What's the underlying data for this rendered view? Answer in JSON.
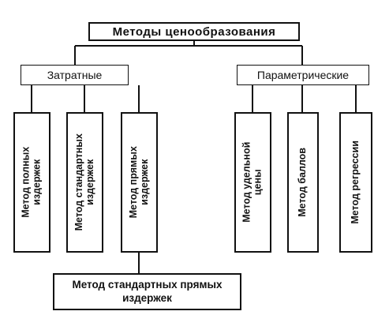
{
  "diagram": {
    "root": "Методы ценообразования",
    "groups": [
      {
        "label": "Затратные",
        "methods": [
          {
            "lines": [
              "Метод полных",
              "издержек"
            ]
          },
          {
            "lines": [
              "Метод стандартных",
              "издержек"
            ]
          },
          {
            "lines": [
              "Метод прямых",
              "издержек"
            ]
          }
        ]
      },
      {
        "label": "Параметрические",
        "methods": [
          {
            "lines": [
              "Метод удельной",
              "цены"
            ]
          },
          {
            "lines": [
              "Метод баллов"
            ]
          },
          {
            "lines": [
              "Метод регрессии"
            ]
          }
        ]
      }
    ],
    "bottom": {
      "lines": [
        "Метод стандартных прямых",
        "издержек"
      ]
    }
  }
}
